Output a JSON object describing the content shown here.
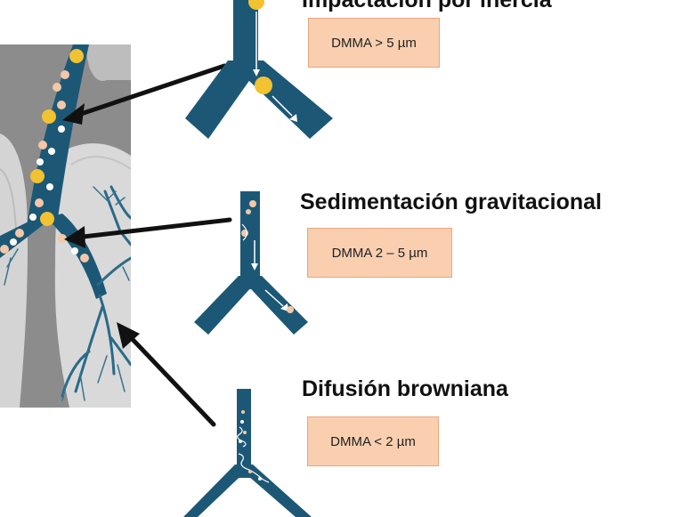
{
  "mechanisms": [
    {
      "title": "Impactación por inercia",
      "size_label": "DMMA > 5 µm"
    },
    {
      "title": "Sedimentación gravitacional",
      "size_label": "DMMA 2 – 5 µm"
    },
    {
      "title": "Difusión browniana",
      "size_label": "DMMA < 2 µm"
    }
  ],
  "colors": {
    "airway": "#1c5876",
    "large_particle": "#f2c230",
    "medium_particle": "#f3c7a8",
    "pill_fill": "#f9cfb0",
    "pill_border": "#e8a77c",
    "arrow": "#111111",
    "lung_panel": "#8f8f8f"
  }
}
